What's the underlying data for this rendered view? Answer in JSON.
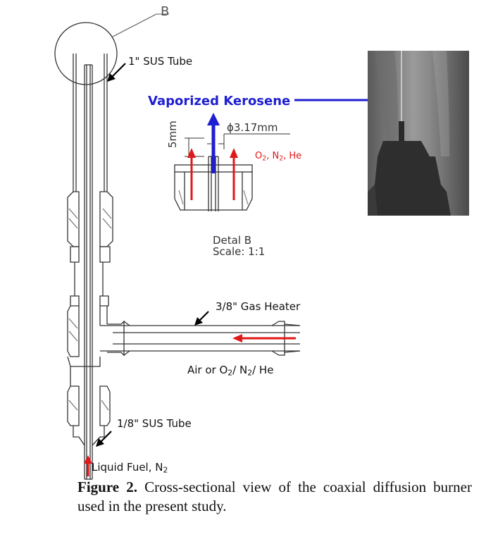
{
  "labels": {
    "detail_callout": "B",
    "outer_tube": "1\" SUS Tube",
    "vaporized": "Vaporized Kerosene",
    "dimension_5mm": "5mm",
    "dimension_diameter": "ϕ3.17mm",
    "oxidizer_O": "O",
    "oxidizer_O_sub": "2",
    "oxidizer_N": ", N",
    "oxidizer_N_sub": "2",
    "oxidizer_He": ", He",
    "detail_title": "Detal B",
    "detail_scale": "Scale: 1:1",
    "gas_heater": "3/8\" Gas Heater",
    "air_prefix": "Air or O",
    "air_sub1": "2",
    "air_mid": "/ N",
    "air_sub2": "2",
    "air_suffix": "/ He",
    "inner_tube": "1/8\" SUS Tube",
    "fuel_prefix": "Liquid Fuel, N",
    "fuel_sub": "2"
  },
  "caption": {
    "figure_label": "Figure 2.",
    "text": "Cross-sectional view of the coaxial diffusion burner used in the present study."
  },
  "colors": {
    "fuel_arrow": "#1e1ed2",
    "oxidizer_arrow": "#e01818",
    "drawing_line": "#333333"
  }
}
